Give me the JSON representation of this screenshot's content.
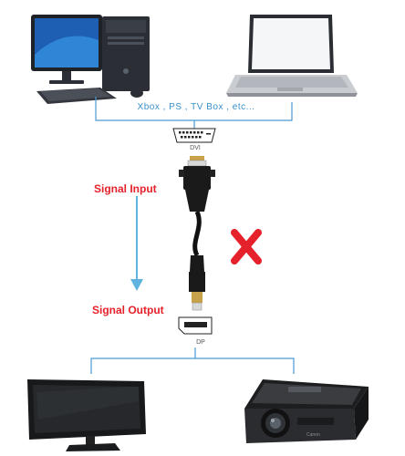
{
  "top_devices_label": "Xbox , PS , TV Box , etc...",
  "dvi_label": "DVI",
  "dp_label": "DP",
  "signal_input_label": "Signal Input",
  "signal_output_label": "Signal Output",
  "not_supported_mark": "X",
  "colors": {
    "signal_text": "#e5212b",
    "connector_line": "#4a9ad4",
    "arrow": "#5eb3e0",
    "cross": "#e5212b"
  },
  "icons": [
    "desktop-computer-icon",
    "laptop-icon",
    "monitor-icon",
    "projector-icon",
    "dvi-port-icon",
    "displayport-port-icon",
    "adapter-cable-icon"
  ]
}
